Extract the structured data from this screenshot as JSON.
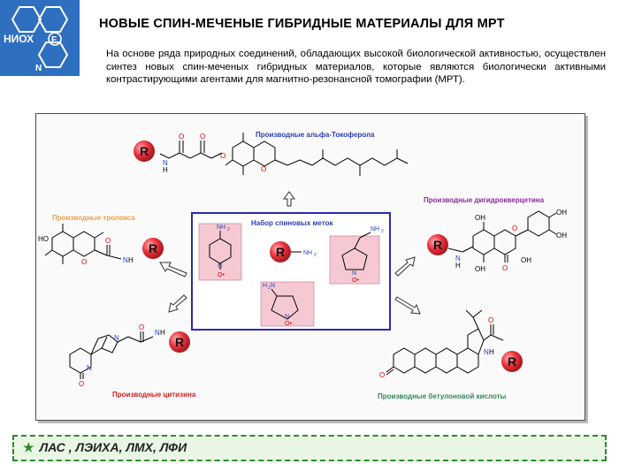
{
  "logo": {
    "text": "НИОХ",
    "letters": [
      "F",
      "N"
    ]
  },
  "title": "НОВЫЕ СПИН-МЕЧЕНЫЕ ГИБРИДНЫЕ МАТЕРИАЛЫ ДЛЯ МРТ",
  "intro": "На основе ряда природных соединений, обладающих высокой биологической активностью, осуществлен синтез новых спин-меченых гибридных материалов, которые являются биологически активными контрастирующими агентами для магнитно-резонансной томографии (МРТ).",
  "diagram": {
    "r_label": "R",
    "center_title": "Набор спиновых меток",
    "labels": {
      "tocopherol": "Производные альфа-Токоферола",
      "trolox": "Производные тролокса",
      "dihydroquercetin": "Производные дигидрокверцетина",
      "cytisine": "Производные цитизина",
      "betulonic": "Производные бетулоновой кислоты"
    },
    "atoms": {
      "O": "O",
      "N": "N",
      "H": "H",
      "NH": "NH",
      "N_dot": "N",
      "O_dot": "O•",
      "HO": "HO",
      "OH": "OH",
      "NH2": "NH",
      "sub2": "2",
      "H2N": "H",
      "N2": "N"
    }
  },
  "footer": {
    "star": "★",
    "text": "ЛАС , ЛЭИХА, ЛМХ, ЛФИ"
  },
  "colors": {
    "logo_bg": "#2f6fc0",
    "r_ball": "#e8313a",
    "label_blue": "#2a3fb5",
    "label_orange": "#f0a040",
    "label_purple": "#8c2a9c",
    "label_red": "#d02020",
    "label_green": "#2e8b57",
    "accent_red": "#e00000",
    "center_box_border": "#2a2ab0",
    "label_pink_bg": "#f6c9d2",
    "footer_bg": "#e9f6e4",
    "footer_border": "#2e8b2e"
  }
}
